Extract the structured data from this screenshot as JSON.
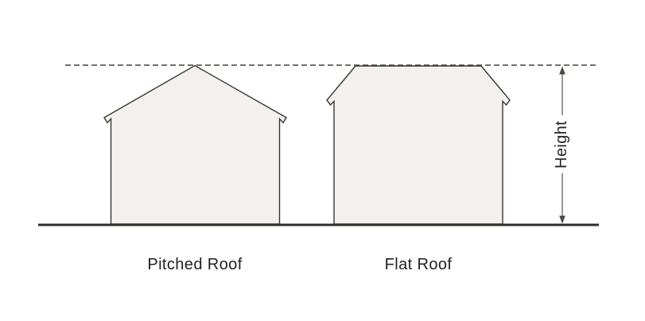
{
  "labels": {
    "pitched_roof": "Pitched Roof",
    "flat_roof": "Flat Roof",
    "height": "Height"
  },
  "colors": {
    "background": "#ffffff",
    "house-fill": "#f2f1ee",
    "outline": "#3b3531",
    "dashed-line": "#474039",
    "ground": "#332d28",
    "arrow": "#4a4440",
    "text": "#242120"
  }
}
